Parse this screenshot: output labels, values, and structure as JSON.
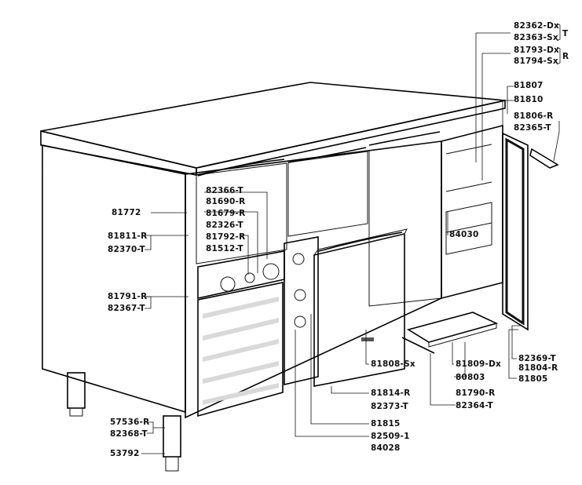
{
  "diagram": {
    "labels": {
      "l82362": "82362-Dx",
      "l82363": "82363-Sx",
      "bracket_t": "T",
      "l81793": "81793-Dx",
      "l81794": "81794-Sx",
      "bracket_r": "R",
      "l81807": "81807",
      "l81810": "81810",
      "l81806": "81806-R",
      "l82365": "82365-T",
      "l82366": "82366-T",
      "l81690": "81690-R",
      "l81679": "81679-R",
      "l82326": "82326-T",
      "l81792": "81792-R",
      "l81512": "81512-T",
      "l81772": "81772",
      "l81811": "81811-R",
      "l82370": "82370-T",
      "l84030": "84030",
      "l81791": "81791-R",
      "l82367": "82367-T",
      "l81808": "81808-Sx",
      "l81809": "81809-Dx",
      "l80803": "80803",
      "l81790": "81790-R",
      "l82364": "82364-T",
      "l82369": "82369-T",
      "l81804": "81804-R",
      "l81805": "81805",
      "l81814": "81814-R",
      "l82373": "82373-T",
      "l81815": "81815",
      "l82509": "82509-1",
      "l84028": "84028",
      "l57536": "57536-R",
      "l82368": "82368-T",
      "l53792": "53792"
    }
  }
}
